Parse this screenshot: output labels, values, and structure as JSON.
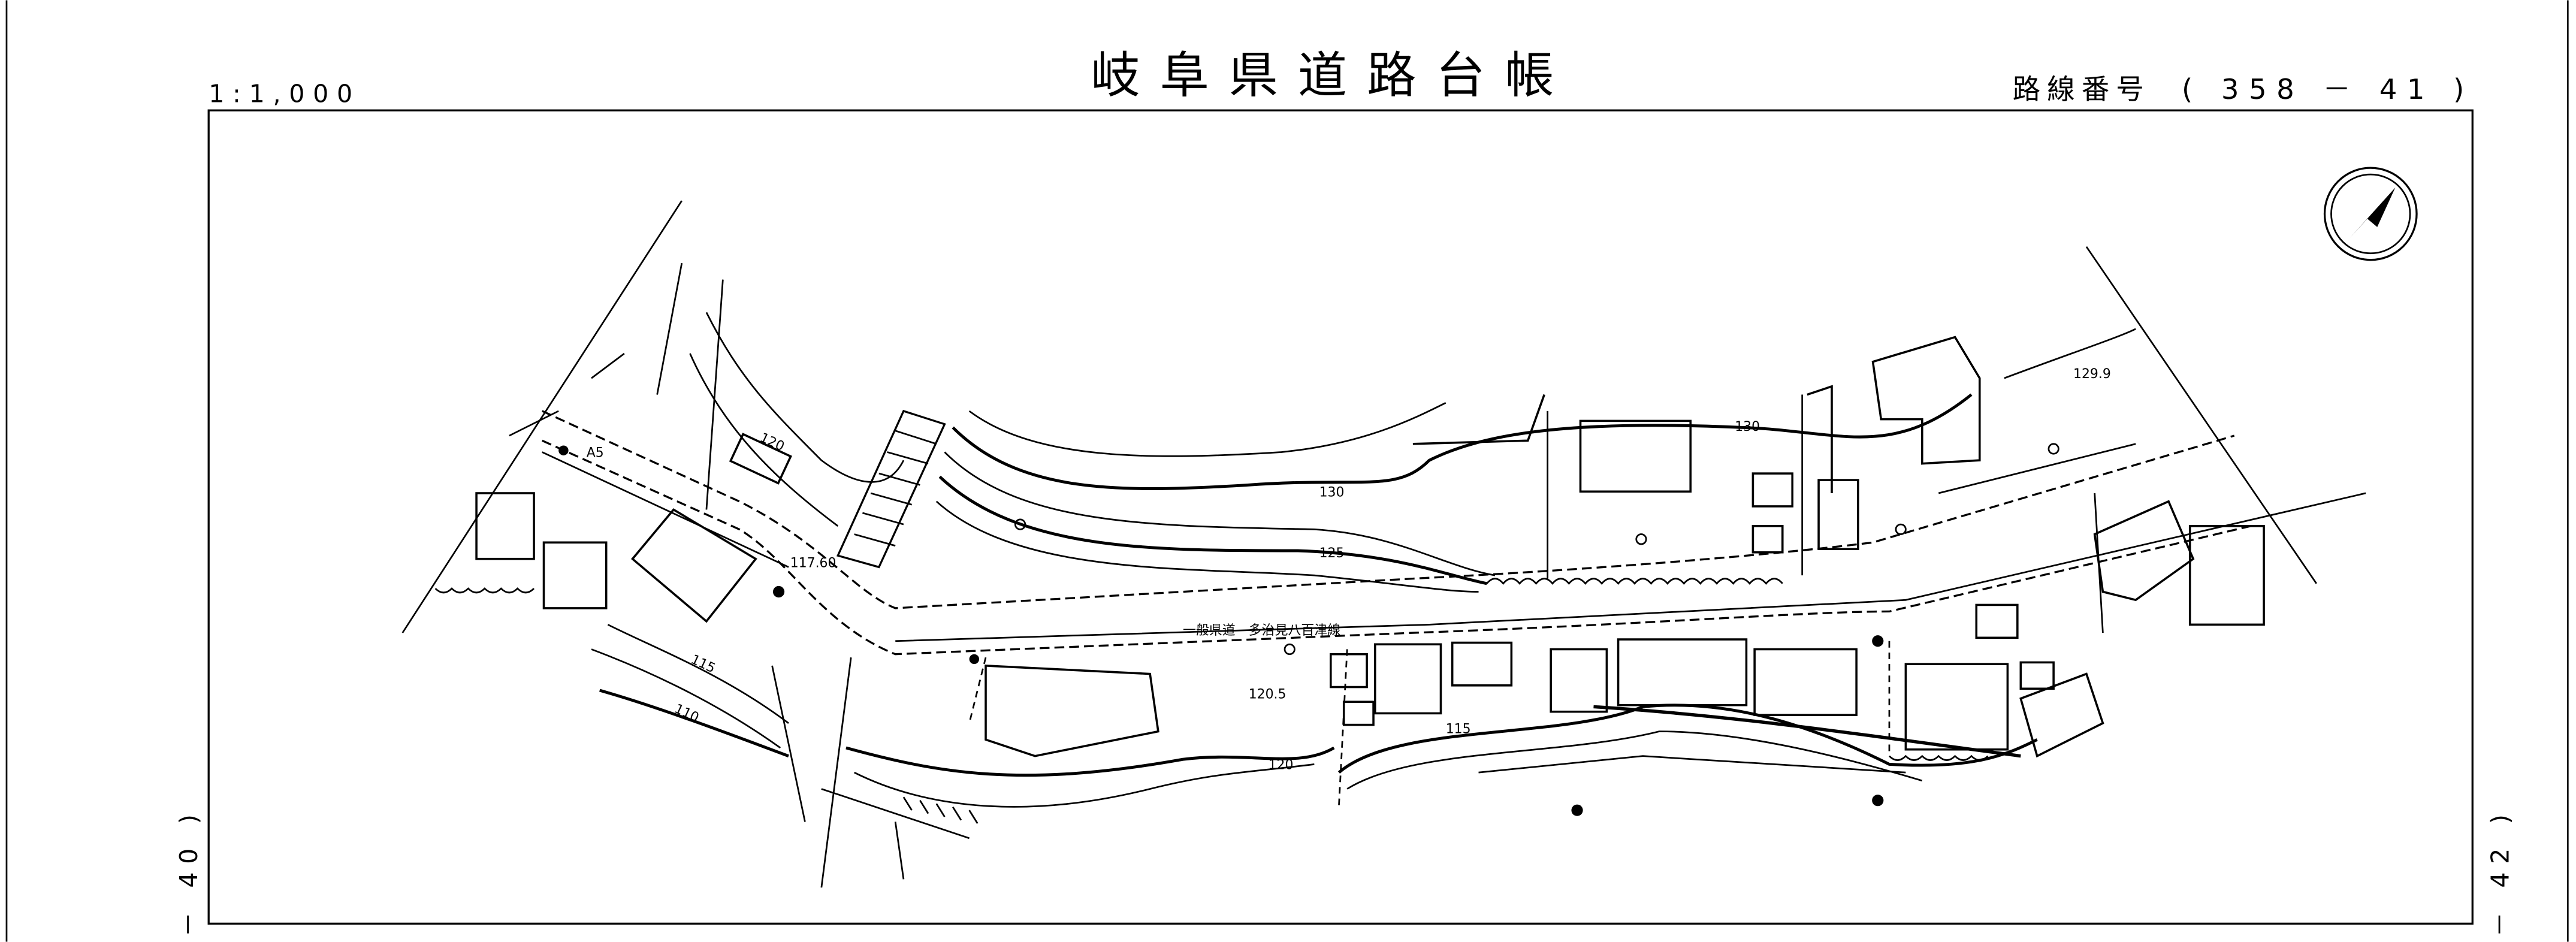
{
  "header": {
    "scale": "1:1,000",
    "title": "岐阜県道路台帳",
    "route_label": "路線番号",
    "route_number": "( 358 －  41 )"
  },
  "side_labels": {
    "left": "－ 40 )",
    "right": "－ 42 )"
  },
  "map": {
    "road_name": "一般県道　多治見八百津線",
    "benchmark_label": "A5",
    "elevations": [
      "117.60",
      "120.5",
      "129.9"
    ],
    "contours": [
      "130",
      "125",
      "120",
      "115",
      "110",
      "120",
      "115",
      "130"
    ],
    "north_arrow": "north-arrow-icon"
  },
  "colors": {
    "ink": "#000000",
    "paper": "#ffffff"
  }
}
